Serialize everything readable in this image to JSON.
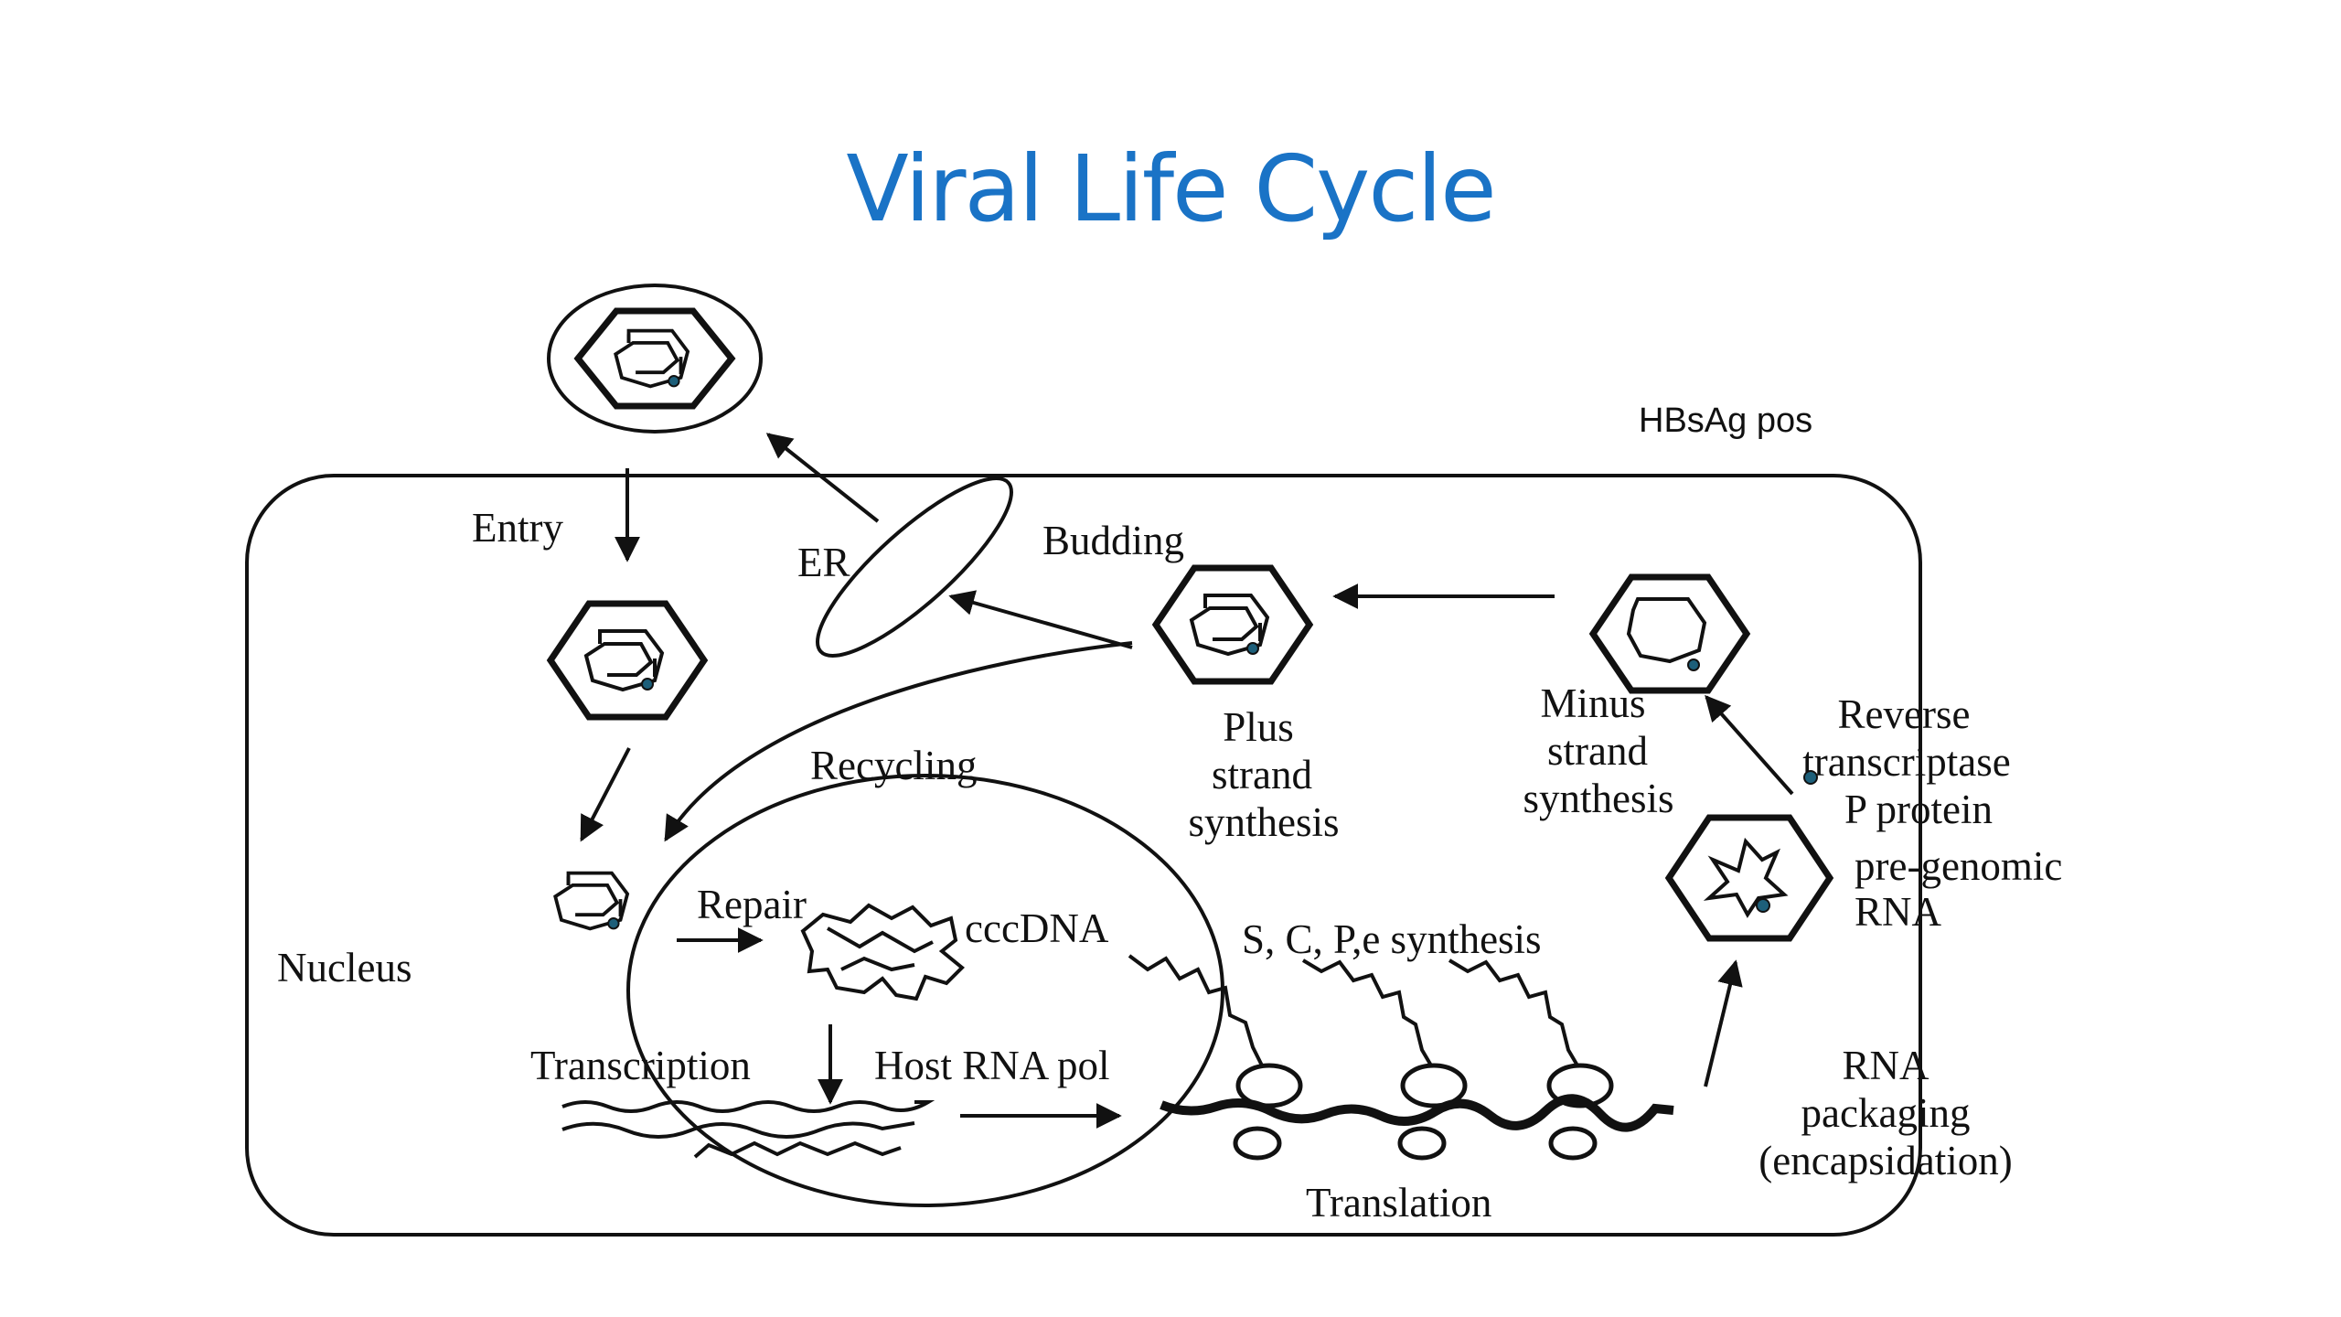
{
  "slide": {
    "title": "Viral Life Cycle"
  },
  "diagram": {
    "hbsag": "HBsAg pos",
    "entry": "Entry",
    "er": "ER",
    "budding": "Budding",
    "recycling": "Recycling",
    "nucleus": "Nucleus",
    "repair": "Repair",
    "cccdna": "cccDNA",
    "transcription": "Transcription",
    "host_rna_pol": "Host RNA pol",
    "translation": "Translation",
    "synthesis_proteins": "S, C, P,e synthesis",
    "plus_strand": [
      "Plus",
      "strand",
      "synthesis"
    ],
    "minus_strand": [
      "Minus",
      "strand",
      "synthesis"
    ],
    "reverse_transcriptase": [
      "Reverse",
      "transcriptase",
      "P protein"
    ],
    "pregenomic_rna": [
      "pre-genomic",
      "RNA"
    ],
    "rna_packaging": [
      "RNA",
      "packaging",
      "(encapsidation)"
    ]
  }
}
